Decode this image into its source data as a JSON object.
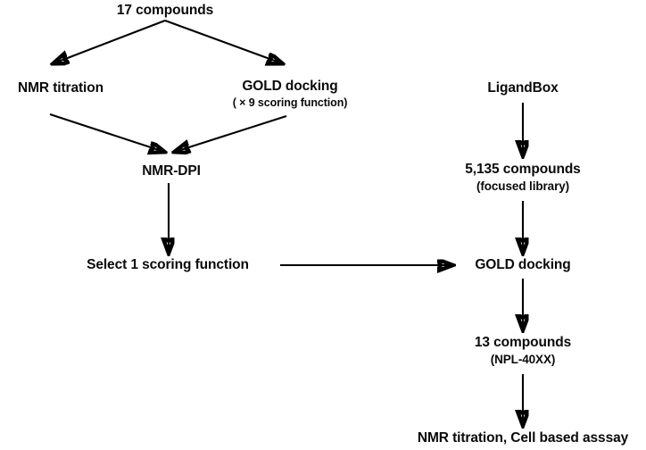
{
  "figure": {
    "type": "flowchart",
    "title": "Compound screening workflow",
    "background_color": "#ffffff",
    "stroke_color": "#000000",
    "text_color": "#0a0a0a"
  },
  "nodes": {
    "start_compounds": {
      "line1": "17 compounds",
      "line2": ""
    },
    "nmr_titration": {
      "line1": "NMR titration",
      "line2": ""
    },
    "gold_docking_top": {
      "line1": "GOLD docking",
      "line2": "( ×  9 scoring function)"
    },
    "ligandbox": {
      "line1": "LigandBox",
      "line2": ""
    },
    "nmr_dpi": {
      "line1": "NMR-DPI",
      "line2": ""
    },
    "focused_library": {
      "line1": "5,135 compounds",
      "line2": "(focused library)"
    },
    "select_scoring": {
      "line1": "Select 1 scoring function",
      "line2": ""
    },
    "gold_docking_bottom": {
      "line1": "GOLD docking",
      "line2": ""
    },
    "thirteen_compounds": {
      "line1": "13 compounds",
      "line2": "(NPL-40XX)"
    },
    "final_assay": {
      "line1": "NMR titration, Cell based asssay",
      "line2": ""
    }
  },
  "edges": [
    {
      "name": "compounds-to-nmr-titration",
      "from": "start_compounds",
      "to": "nmr_titration",
      "style": "diagonal-arrow"
    },
    {
      "name": "compounds-to-gold-docking",
      "from": "start_compounds",
      "to": "gold_docking_top",
      "style": "diagonal-arrow"
    },
    {
      "name": "nmr-titration-to-nmr-dpi",
      "from": "nmr_titration",
      "to": "nmr_dpi",
      "style": "diagonal-arrow"
    },
    {
      "name": "gold-docking-to-nmr-dpi",
      "from": "gold_docking_top",
      "to": "nmr_dpi",
      "style": "diagonal-arrow"
    },
    {
      "name": "nmr-dpi-to-select-scoring",
      "from": "nmr_dpi",
      "to": "select_scoring",
      "style": "vertical-arrow"
    },
    {
      "name": "ligandbox-to-focused-library",
      "from": "ligandbox",
      "to": "focused_library",
      "style": "vertical-arrow"
    },
    {
      "name": "focused-library-to-gold-docking",
      "from": "focused_library",
      "to": "gold_docking_bottom",
      "style": "vertical-arrow"
    },
    {
      "name": "select-scoring-to-gold-docking",
      "from": "select_scoring",
      "to": "gold_docking_bottom",
      "style": "horizontal-arrow"
    },
    {
      "name": "gold-docking-to-thirteen-compounds",
      "from": "gold_docking_bottom",
      "to": "thirteen_compounds",
      "style": "vertical-arrow"
    },
    {
      "name": "thirteen-compounds-to-final-assay",
      "from": "thirteen_compounds",
      "to": "final_assay",
      "style": "vertical-arrow"
    }
  ]
}
